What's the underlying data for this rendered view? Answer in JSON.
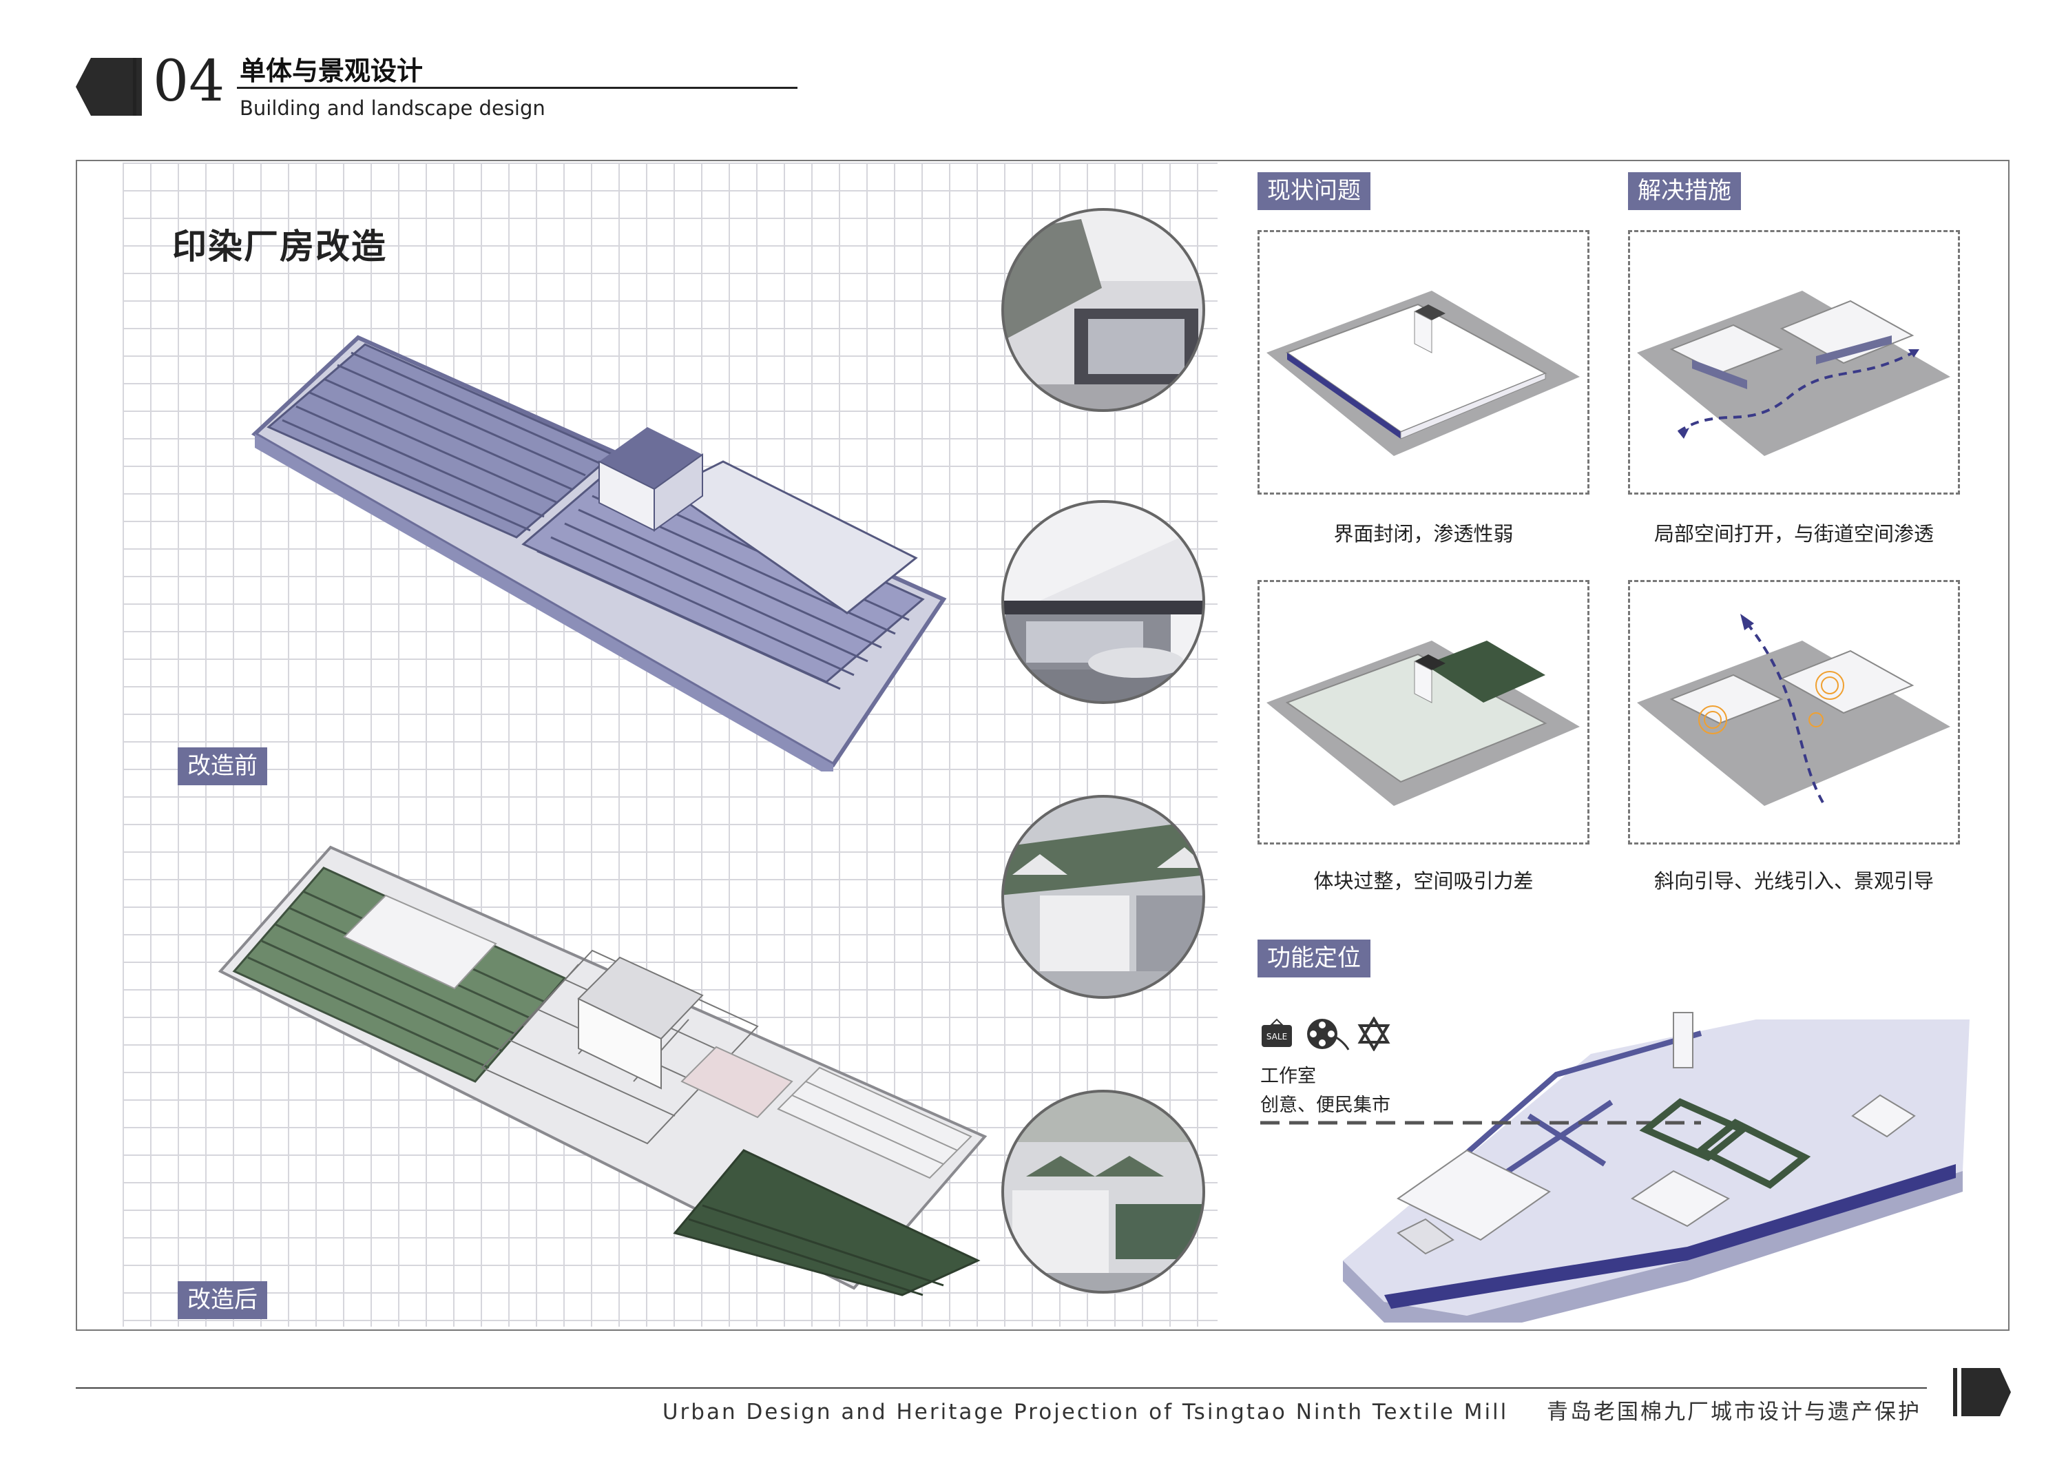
{
  "header": {
    "number": "04",
    "title_cn": "单体与景观设计",
    "title_en": "Building and landscape design"
  },
  "main": {
    "title": "印染厂房改造",
    "before_label": "改造前",
    "after_label": "改造后"
  },
  "analysis": {
    "current_issues_label": "现状问题",
    "solutions_label": "解决措施",
    "diagrams": [
      {
        "caption": "界面封闭，渗透性弱"
      },
      {
        "caption": "局部空间打开，与街道空间渗透"
      },
      {
        "caption": "体块过整，空间吸引力差"
      },
      {
        "caption": "斜向引导、光线引入、景观引导"
      }
    ]
  },
  "function": {
    "label": "功能定位",
    "icons": [
      "sale-tag-icon",
      "film-reel-icon",
      "star-of-david-icon"
    ],
    "sale_text": "SALE",
    "line1": "工作室",
    "line2": "创意、便民集市"
  },
  "colors": {
    "accent": "#6c6e99",
    "roof_blue": "#8c8fb8",
    "roof_green": "#5f7a5e",
    "site_gray": "#a9a9ab",
    "grid": "#d6d6dc"
  },
  "footer": {
    "en": "Urban Design and Heritage Projection of Tsingtao Ninth Textile Mill",
    "cn": "青岛老国棉九厂城市设计与遗产保护"
  }
}
